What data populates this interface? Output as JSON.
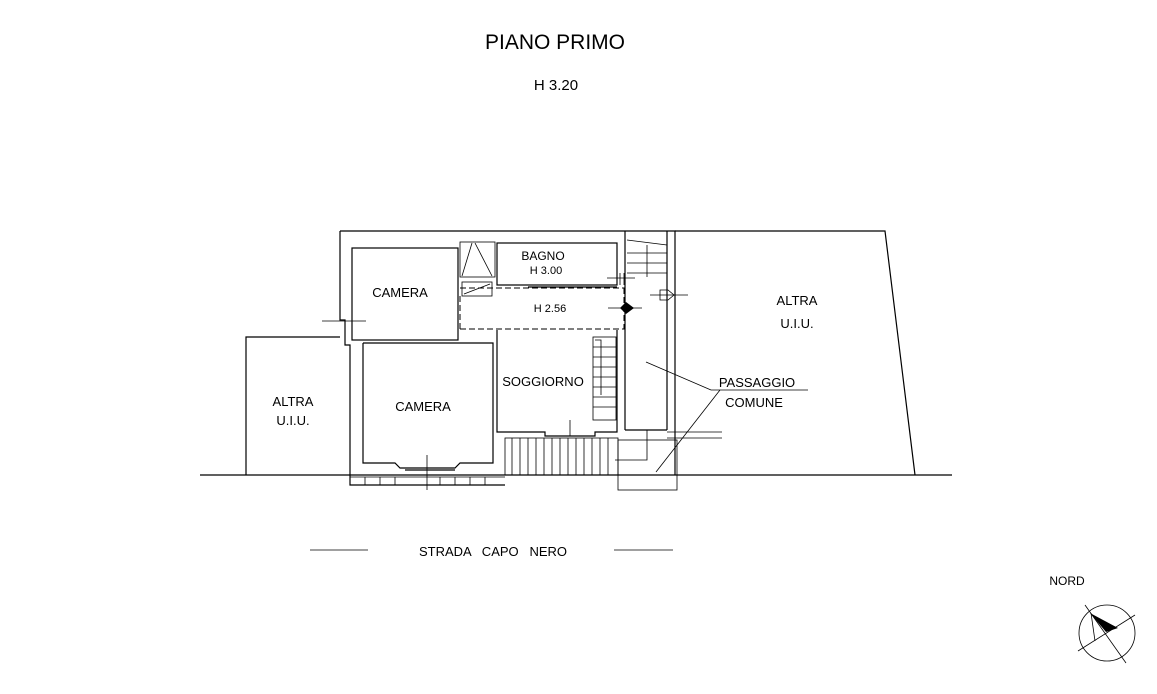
{
  "title": "PIANO PRIMO",
  "height": "H 3.20",
  "rooms": {
    "camera_top": "CAMERA",
    "camera_bottom": "CAMERA",
    "bagno": "BAGNO",
    "bagno_height": "H 3.00",
    "corridor_height": "H 2.56",
    "soggiorno": "SOGGIORNO",
    "altra_left_1": "ALTRA",
    "altra_left_2": "U.I.U.",
    "altra_right_1": "ALTRA",
    "altra_right_2": "U.I.U.",
    "passaggio": "PASSAGGIO",
    "comune": "COMUNE"
  },
  "street": "STRADA   CAPO   NERO",
  "north": "NORD"
}
